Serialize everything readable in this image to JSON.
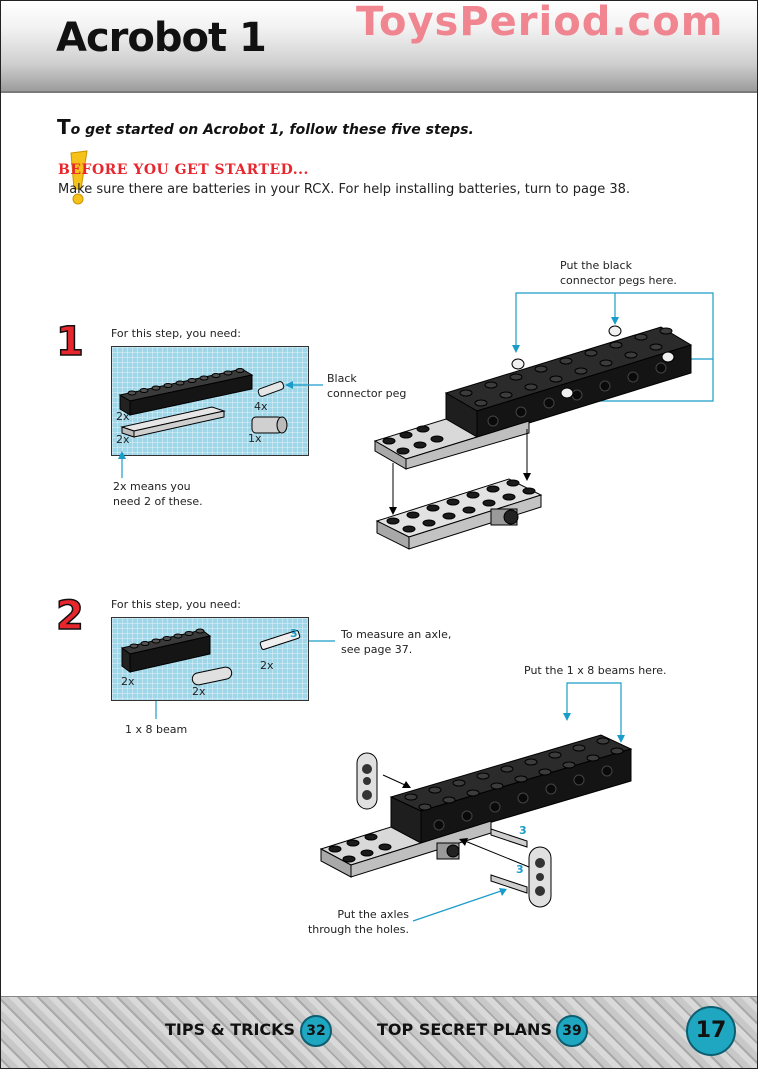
{
  "header": {
    "title": "Acrobot 1",
    "watermark": "ToysPeriod.com"
  },
  "intro": {
    "first_letter": "T",
    "rest": "o get started on Acrobot 1, follow these five steps."
  },
  "before": {
    "heading": "BEFORE YOU GET STARTED...",
    "text": "Make sure there are batteries in your RCX. For help installing batteries, turn to page 38."
  },
  "step1": {
    "number": "1",
    "label": "For this step, you need:",
    "qty_beam": "2x",
    "qty_plate": "2x",
    "qty_peg": "4x",
    "qty_motor": "1x",
    "callout_peg": "Black\nconnector peg",
    "callout_qty": "2x means you\nneed 2 of these.",
    "callout_pegs_here": "Put the black\nconnector pegs here."
  },
  "step2": {
    "number": "2",
    "label": "For this step, you need:",
    "qty_beam": "2x",
    "qty_plate": "2x",
    "qty_axle": "2x",
    "axle_size": "3",
    "callout_axle": "To measure an axle,\nsee page 37.",
    "callout_beam": "1 x 8 beam",
    "callout_beams_here": "Put the 1 x 8 beams here.",
    "callout_axles": "Put the axles\nthrough the holes.",
    "axle_label_top": "3",
    "axle_label_bottom": "3"
  },
  "footer": {
    "tips_label": "TIPS & TRICKS",
    "tips_page": "32",
    "secret_label": "TOP SECRET PLANS",
    "secret_page": "39",
    "page_number": "17"
  },
  "colors": {
    "accent_red": "#e8262e",
    "badge_blue": "#1fa7c2",
    "grid_blue": "#9fd6e8",
    "arrow_blue": "#1a9cc9"
  }
}
